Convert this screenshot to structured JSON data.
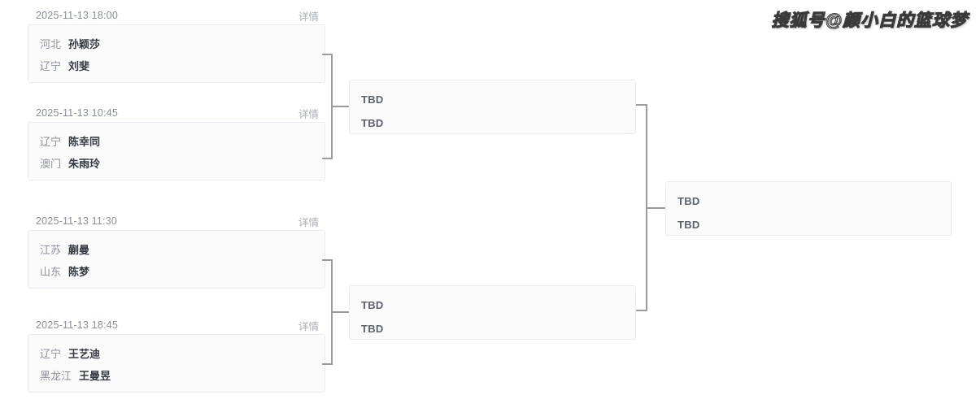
{
  "watermark": {
    "text": "搜狐号@颜小白的篮球梦"
  },
  "labels": {
    "details": "详情",
    "tbd": "TBD"
  },
  "round1": {
    "matches": [
      {
        "time": "2025-11-13  18:00",
        "details": "详情",
        "teams": [
          {
            "region": "河北",
            "player": "孙颖莎"
          },
          {
            "region": "辽宁",
            "player": "刘斐"
          }
        ]
      },
      {
        "time": "2025-11-13  10:45",
        "details": "详情",
        "teams": [
          {
            "region": "辽宁",
            "player": "陈幸同"
          },
          {
            "region": "澳门",
            "player": "朱雨玲"
          }
        ]
      },
      {
        "time": "2025-11-13  11:30",
        "details": "详情",
        "teams": [
          {
            "region": "江苏",
            "player": "蒯曼"
          },
          {
            "region": "山东",
            "player": "陈梦"
          }
        ]
      },
      {
        "time": "2025-11-13  18:45",
        "details": "详情",
        "teams": [
          {
            "region": "辽宁",
            "player": "王艺迪"
          },
          {
            "region": "黑龙江",
            "player": "王曼昱"
          }
        ]
      }
    ]
  },
  "round2": {
    "matches": [
      {
        "slots": [
          "TBD",
          "TBD"
        ]
      },
      {
        "slots": [
          "TBD",
          "TBD"
        ]
      }
    ]
  },
  "round3": {
    "matches": [
      {
        "slots": [
          "TBD",
          "TBD"
        ]
      }
    ]
  },
  "colors": {
    "card_bg": "#fbfbfc",
    "card_border": "#ececf0",
    "connector": "#9a9aa0",
    "time_text": "#8a8f99",
    "region_text": "#8d929b",
    "player_text": "#353a42",
    "tbd_text": "#5d636d"
  }
}
